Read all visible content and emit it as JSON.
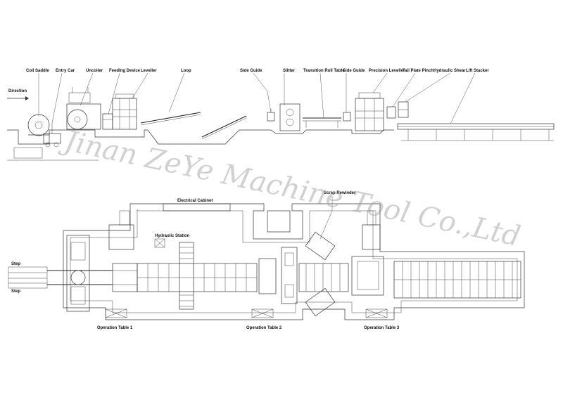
{
  "side_view": {
    "labels": {
      "coil_saddle": "Coil Saddle",
      "entry_car": "Entry Car",
      "uncoiler": "Uncoiler",
      "feeding_device": "Feeding Device",
      "leveller": "Leveller",
      "loop": "Loop",
      "side_guide_1": "Side Guide",
      "slitter": "Slitter",
      "transition_roll_table": "Transition Roll Table",
      "side_guide_2": "Side Guide",
      "precision_leveller": "Precision Leveller",
      "tail_plate_pinch": "Tail Plate Pinch",
      "hydraulic_shear": "Hydraulic Shear",
      "lift_stacker": "Lift Stacker",
      "direction": "Direction"
    }
  },
  "plan_view": {
    "labels": {
      "electrical_cabinet": "Electrical Cabinet",
      "hydraulic_station": "Hydraulic Station",
      "scrap_rewinder": "Scrap Rewinder",
      "step_top": "Step",
      "step_bottom": "Step",
      "operation_table_1": "Operation Table 1",
      "operation_table_2": "Operation Table 2",
      "operation_table_3": "Operation Table 3"
    }
  },
  "watermark": "Jinan ZeYe Machine Tool Co.,Ltd"
}
